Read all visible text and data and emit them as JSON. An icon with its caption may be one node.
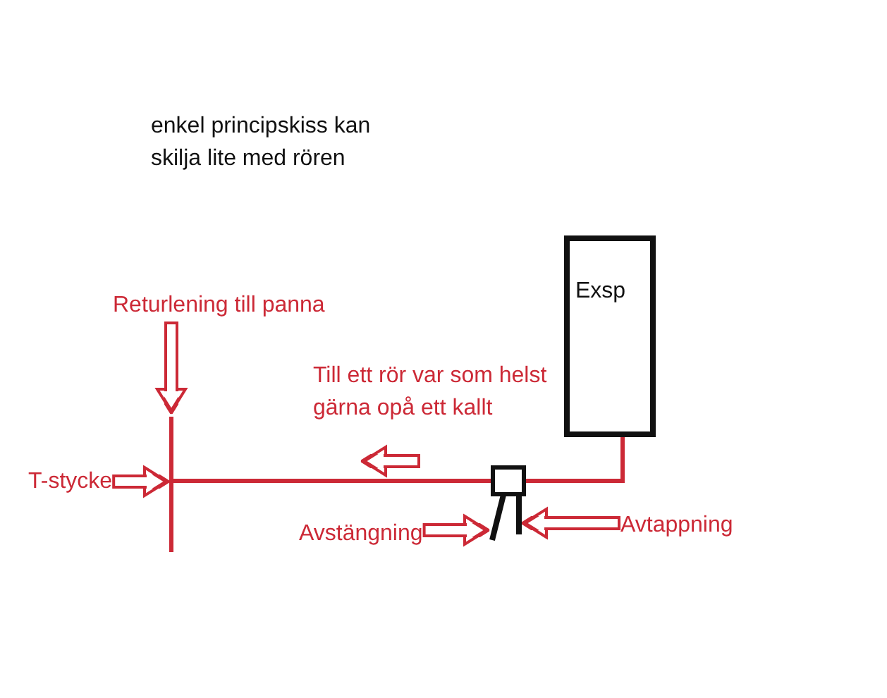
{
  "diagram": {
    "nodes": [
      {
        "text": [
          "Returlening till panna"
        ]
      },
      {
        "text": [
          "T-stycke"
        ]
      },
      {
        "text": [],
        "shape": "bar"
      },
      {
        "text": [
          "Exsp"
        ]
      },
      {
        "text": [],
        "shape": "box"
      },
      {
        "text": [],
        "shape": "bar"
      },
      {
        "text": [],
        "shape": "bar"
      },
      {
        "text": [
          "Avstängning"
        ]
      },
      {
        "text": [
          "Avtappning"
        ]
      }
    ],
    "edges": [
      {
        "from": 0,
        "to": 2,
        "arrow": "to"
      },
      {
        "from": 1,
        "to": 2,
        "arrow": "to"
      },
      {
        "from": 3,
        "to": 4,
        "arrow": "none"
      },
      {
        "from": 4,
        "to": 2,
        "arrow": "none"
      },
      {
        "from": 7,
        "to": 5,
        "arrow": "to"
      },
      {
        "from": 8,
        "to": 6,
        "arrow": "to"
      }
    ],
    "labels": [
      "enkel principskiss kan skilja lite med rören",
      "Till ett rör var som helst gärna opå ett kallt"
    ]
  }
}
